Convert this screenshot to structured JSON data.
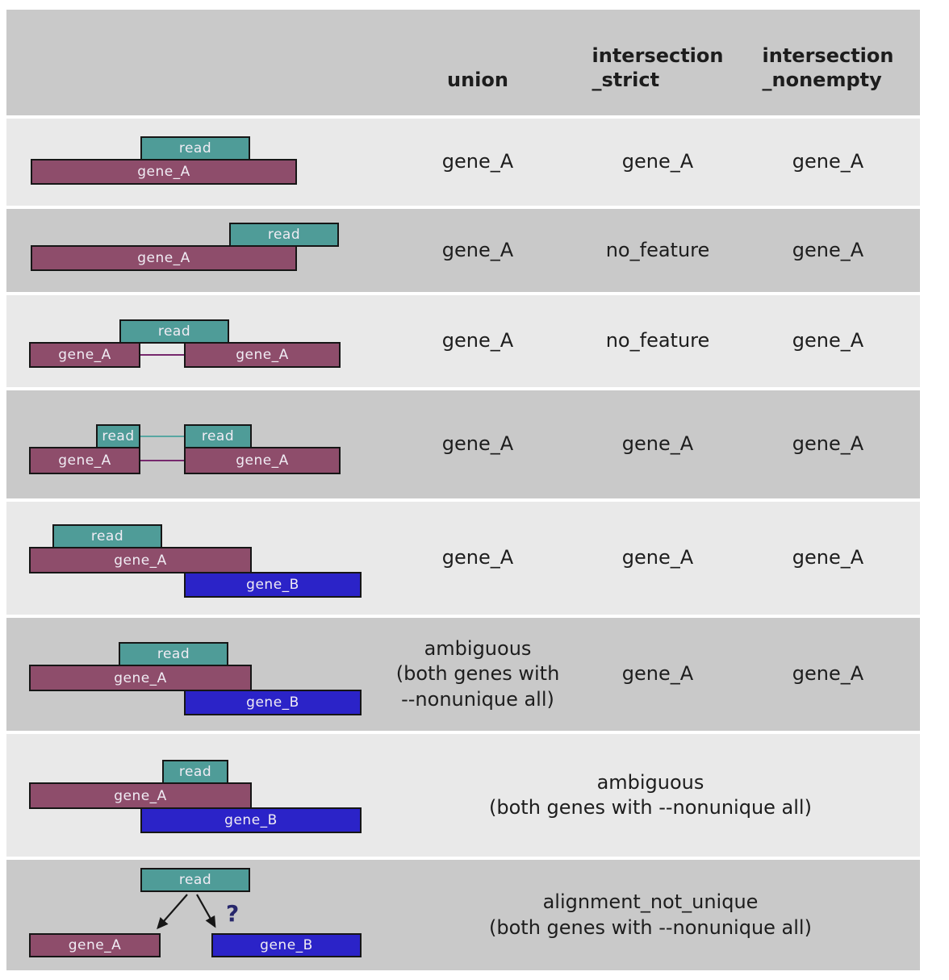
{
  "palette": {
    "page-bg": "#ffffff",
    "row-dark": "#c9c9c9",
    "row-light": "#e9e9e9",
    "read-fill": "#4f9c98",
    "gene-a-fill": "#8e4d6b",
    "gene-b-fill": "#2b23c8",
    "box-border": "#161616",
    "box-text": "#f0ecf4",
    "value-text": "#1d1d1d",
    "line-purple": "#76286d",
    "line-teal": "#58a7a2",
    "qmark-color": "#27276b"
  },
  "header": {
    "union": "union",
    "strict": "intersection\n_strict",
    "nonempty": "intersection\n_nonempty"
  },
  "labels": {
    "read": "read",
    "gene_a": "gene_A",
    "gene_b": "gene_B",
    "question_mark": "?"
  },
  "rows": [
    {
      "union": "gene_A",
      "strict": "gene_A",
      "nonempty": "gene_A"
    },
    {
      "union": "gene_A",
      "strict": "no_feature",
      "nonempty": "gene_A"
    },
    {
      "union": "gene_A",
      "strict": "no_feature",
      "nonempty": "gene_A"
    },
    {
      "union": "gene_A",
      "strict": "gene_A",
      "nonempty": "gene_A"
    },
    {
      "union": "gene_A",
      "strict": "gene_A",
      "nonempty": "gene_A"
    },
    {
      "union": "ambiguous\n(both genes with\n--nonunique all)",
      "strict": "gene_A",
      "nonempty": "gene_A"
    },
    {
      "merged": "ambiguous\n(both genes with --nonunique all)"
    },
    {
      "merged": "alignment_not_unique\n(both genes with --nonunique all)"
    }
  ]
}
